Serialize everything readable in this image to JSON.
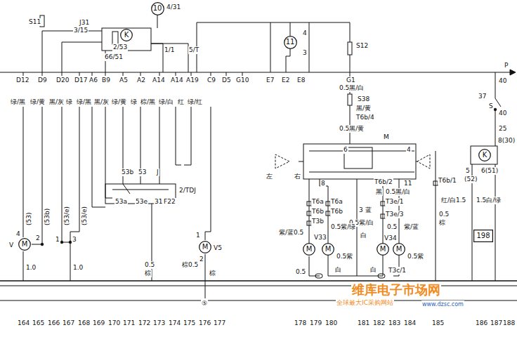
{
  "diagram": {
    "nodes": [
      {
        "text": [
          "K"
        ]
      },
      {
        "text": [
          "10"
        ]
      },
      {
        "text": [
          "11"
        ]
      },
      {
        "text": [
          "M"
        ]
      },
      {
        "text": [
          "M"
        ]
      },
      {
        "text": [
          "M"
        ]
      },
      {
        "text": [
          "M"
        ]
      },
      {
        "text": [
          "M"
        ]
      },
      {
        "text": [
          "M"
        ]
      },
      {
        "text": [
          "K"
        ]
      },
      {
        "text": [
          "198"
        ]
      }
    ],
    "edges": [
      {
        "from": 6,
        "to": 7,
        "arrow": "none"
      }
    ],
    "labels": [
      "S11",
      "J31",
      "3/15",
      "2/53",
      "66/51",
      "1/1",
      "5/T",
      "4/31",
      "4",
      "3",
      "S12",
      "P",
      "D12",
      "D9",
      "D20",
      "D17",
      "A6",
      "B9",
      "A5",
      "A2",
      "A14",
      "A14",
      "A19",
      "C9",
      "D5",
      "G10",
      "E7",
      "E2",
      "E8",
      "G1",
      "绿/黑",
      "绿/黄",
      "黑/灰",
      "绿",
      "绿/黑",
      "黑/灰",
      "绿/黄",
      "绿",
      "棕/黑",
      "绿/白",
      "红",
      "绿/红",
      "0.5黑/白",
      "S38",
      "黑/黄",
      "T6b/4",
      "0.5黑/黄",
      "M",
      "6",
      "4",
      "左",
      "右",
      "8",
      "11",
      "T6b/2",
      "黑",
      "0.5黑/白",
      "T6a",
      "T6a",
      "3",
      "蓝",
      "T6b",
      "T6b",
      "T3e/1",
      "T3b",
      "0.5紫/白",
      "T3e/3",
      "紫/蓝0.5",
      "0.5紫/绿",
      "白",
      "紫/蓝",
      "0.5",
      "V33",
      "V34",
      "0.5紫",
      "0.5紫",
      "白",
      "白",
      "T3c/1",
      "0.5",
      "T6b/1",
      "0.5",
      "棕",
      "40",
      "S",
      "37",
      "40",
      "25",
      "8(30)",
      "5",
      "(52)",
      "6(51)",
      "红/白1.5",
      "1.5白/绿",
      "53b",
      "53",
      "J",
      "2/TDJ",
      "53a",
      "53e",
      "31",
      "F22",
      "(53)",
      "(53b)",
      "(53/e)",
      "(53/e)",
      "4",
      "2",
      "1",
      "3",
      "V",
      "1.0",
      "1.0",
      "1",
      "V5",
      "2",
      "棕0.5",
      "棕",
      "0.5",
      "棕",
      "⑤",
      "164",
      "165",
      "166",
      "167",
      "168",
      "169",
      "170",
      "171",
      "172",
      "173",
      "174",
      "175",
      "176",
      "177",
      "178",
      "179",
      "180",
      "181",
      "182",
      "183",
      "184",
      "185",
      "186",
      "187",
      "188",
      "维库电子市场网",
      "全球最大IC采购网站",
      "www.dzsc.com"
    ]
  }
}
